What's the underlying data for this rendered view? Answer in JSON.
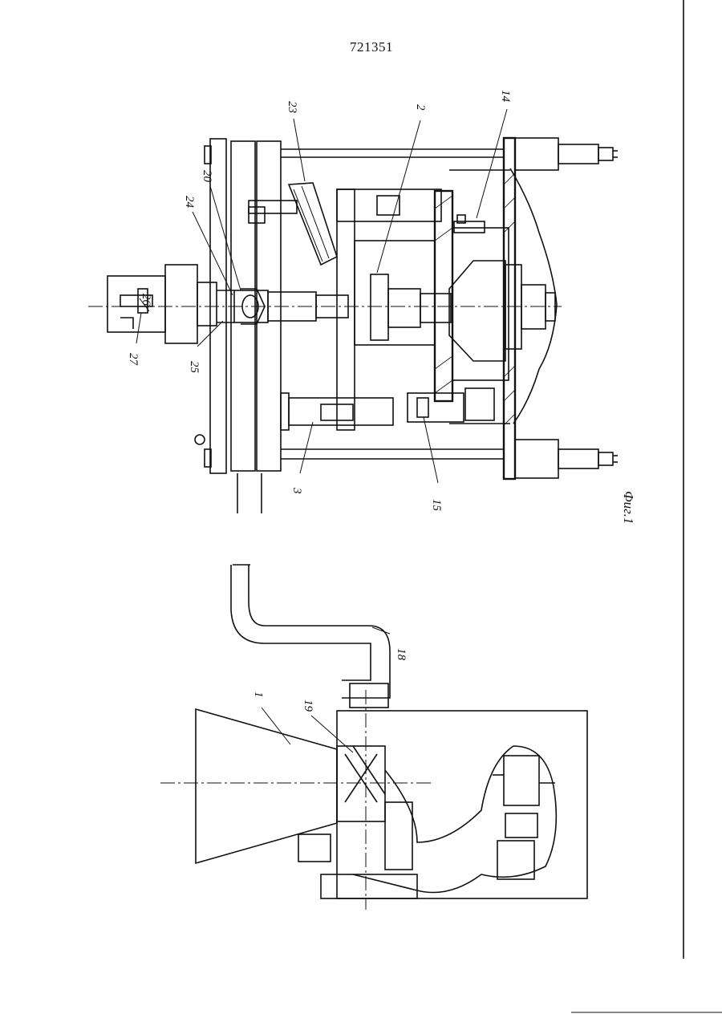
{
  "page_number": "721351",
  "figure_caption": "Фиг.1",
  "labels": {
    "l1": "1",
    "l2": "2",
    "l3": "3",
    "l14": "14",
    "l15": "15",
    "l18": "18",
    "l19": "19",
    "l20": "20",
    "l23": "23",
    "l24": "24",
    "l25": "25",
    "l26": "26",
    "l27": "27"
  }
}
